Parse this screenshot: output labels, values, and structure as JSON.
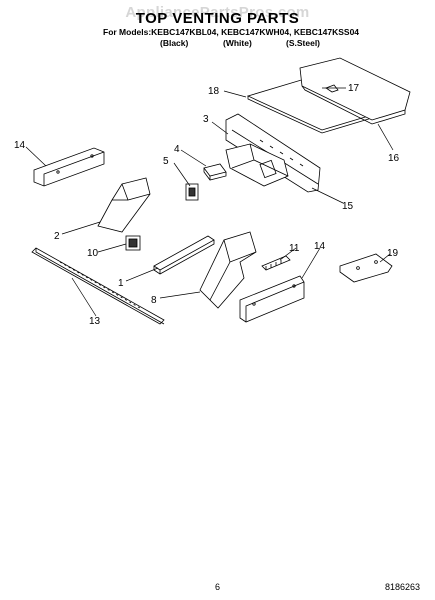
{
  "header": {
    "watermark": "AppliancePartsPros.com",
    "title": "TOP VENTING PARTS",
    "models_line": "For Models:KEBC147KBL04, KEBC147KWH04, KEBC147KSS04",
    "colors": [
      "(Black)",
      "(White)",
      "(S.Steel)"
    ]
  },
  "callouts": [
    "18",
    "17",
    "3",
    "14",
    "4",
    "5",
    "16",
    "15",
    "2",
    "10",
    "11",
    "14",
    "19",
    "1",
    "8",
    "13"
  ],
  "footer": {
    "page_number": "6",
    "doc_number": "8186263"
  }
}
